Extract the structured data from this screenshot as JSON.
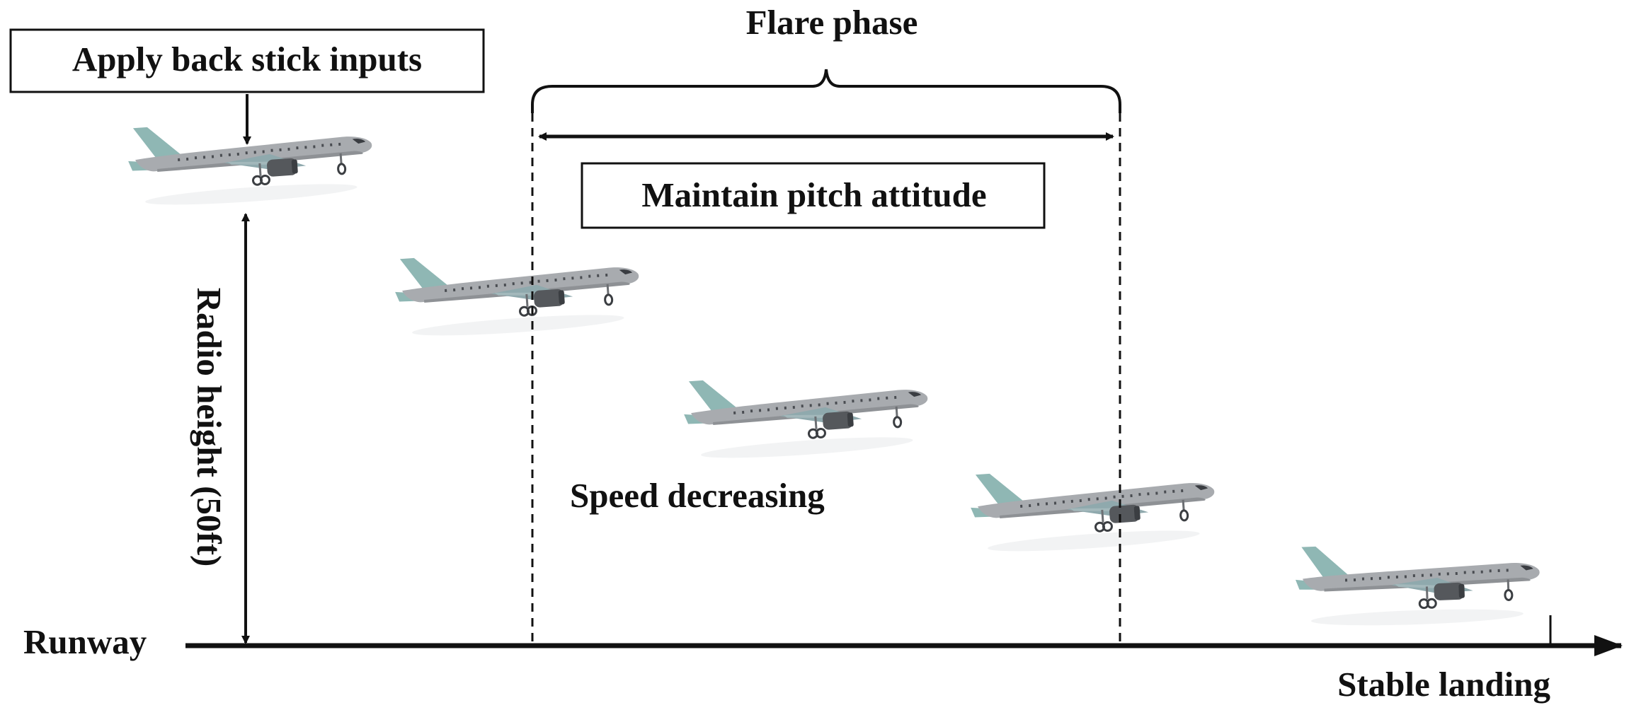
{
  "labels": {
    "flare_phase": "Flare phase",
    "apply_back_stick": "Apply back stick inputs",
    "maintain_pitch": "Maintain pitch attitude",
    "speed_decreasing": "Speed decreasing",
    "radio_height": "Radio height (50ft)",
    "runway": "Runway",
    "stable_landing": "Stable landing"
  },
  "aircraft_count": 5,
  "icons": {
    "aircraft": "airplane-icon",
    "arrow": "arrow-icon"
  },
  "colors": {
    "ink": "#111111",
    "fuselage": "#a8abaf",
    "tail": "#8fb7b4",
    "engine": "#55585c",
    "window": "#4a4d52"
  }
}
